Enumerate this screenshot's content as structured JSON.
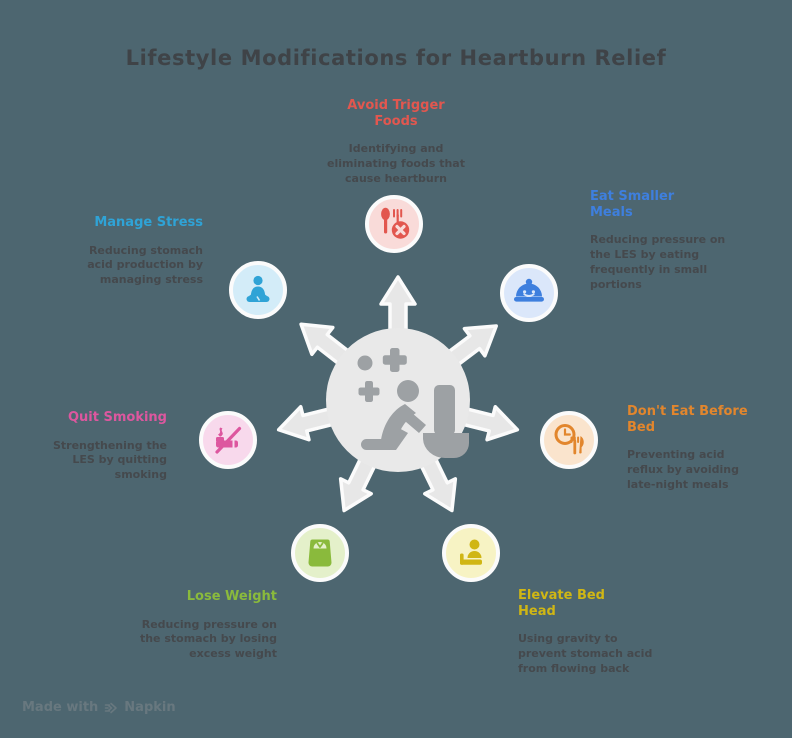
{
  "page": {
    "title": "Lifestyle Modifications for Heartburn Relief",
    "title_color": "#3f4347",
    "background_color": "#4d6670"
  },
  "center": {
    "icon": "heartburn-person-icon",
    "circle_color": "#e9e9e9",
    "glyph_color": "#9da1a4",
    "arrow_color": "#e7e7e7",
    "arrow_outline_color": "#fbfbfb",
    "arrow_count": 7
  },
  "nodes": [
    {
      "id": "avoid-trigger-foods",
      "title": "Avoid Trigger Foods",
      "description": "Identifying and eliminating foods that cause heartburn",
      "accent_color": "#e2574f",
      "icon_bg": "#f9dbd9",
      "icon": "no-food-icon"
    },
    {
      "id": "eat-smaller-meals",
      "title": "Eat Smaller Meals",
      "description": "Reducing pressure on the LES by eating frequently in small portions",
      "accent_color": "#3e7fde",
      "icon_bg": "#dbe7fa",
      "icon": "covered-dish-icon"
    },
    {
      "id": "dont-eat-before-bed",
      "title": "Don't Eat Before Bed",
      "description": "Preventing acid reflux by avoiding late-night meals",
      "accent_color": "#e2862d",
      "icon_bg": "#fae4cd",
      "icon": "meal-clock-icon"
    },
    {
      "id": "elevate-bed-head",
      "title": "Elevate Bed Head",
      "description": "Using gravity to prevent stomach acid from flowing back",
      "accent_color": "#d0b614",
      "icon_bg": "#f7f3c4",
      "icon": "person-in-bed-icon"
    },
    {
      "id": "lose-weight",
      "title": "Lose Weight",
      "description": "Reducing pressure on the stomach by losing excess weight",
      "accent_color": "#8aba3c",
      "icon_bg": "#e4f0ca",
      "icon": "weight-scale-icon"
    },
    {
      "id": "quit-smoking",
      "title": "Quit Smoking",
      "description": "Strengthening the LES by quitting smoking",
      "accent_color": "#dd579f",
      "icon_bg": "#f8d9ec",
      "icon": "no-smoking-icon"
    },
    {
      "id": "manage-stress",
      "title": "Manage Stress",
      "description": "Reducing stomach acid production by managing stress",
      "accent_color": "#2fa3d6",
      "icon_bg": "#d3ecf8",
      "icon": "meditation-icon"
    }
  ],
  "watermark": {
    "prefix": "Made with",
    "brand": "Napkin",
    "icon": "napkin-logo-icon"
  }
}
